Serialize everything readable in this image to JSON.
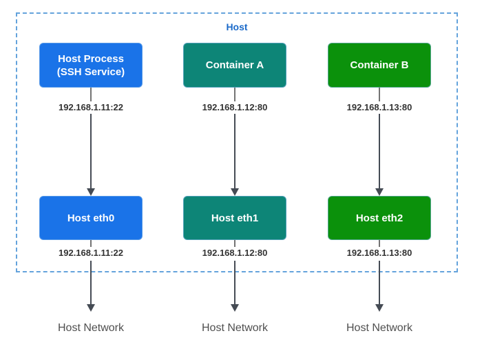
{
  "frame": {
    "label": "Host",
    "border_color": "#64a3dc",
    "label_color": "#1b6ac9"
  },
  "columns": [
    {
      "top_box": {
        "label": "Host Process (SSH Service)",
        "color": "#1a73e8"
      },
      "top_ip": "192.168.1.11:22",
      "bottom_box": {
        "label": "Host eth0",
        "color": "#1a73e8"
      },
      "bottom_ip": "192.168.1.11:22",
      "network_label": "Host Network"
    },
    {
      "top_box": {
        "label": "Container A",
        "color": "#0d8577"
      },
      "top_ip": "192.168.1.12:80",
      "bottom_box": {
        "label": "Host eth1",
        "color": "#0d8577"
      },
      "bottom_ip": "192.168.1.12:80",
      "network_label": "Host Network"
    },
    {
      "top_box": {
        "label": "Container B",
        "color": "#0b910b"
      },
      "top_ip": "192.168.1.13:80",
      "bottom_box": {
        "label": "Host eth2",
        "color": "#0b910b"
      },
      "bottom_ip": "192.168.1.13:80",
      "network_label": "Host Network"
    }
  ],
  "colors": {
    "arrow": "#454b54",
    "connector": "#737373",
    "ip_text": "#333333",
    "network_text": "#4f4f4f",
    "background": "#ffffff"
  }
}
